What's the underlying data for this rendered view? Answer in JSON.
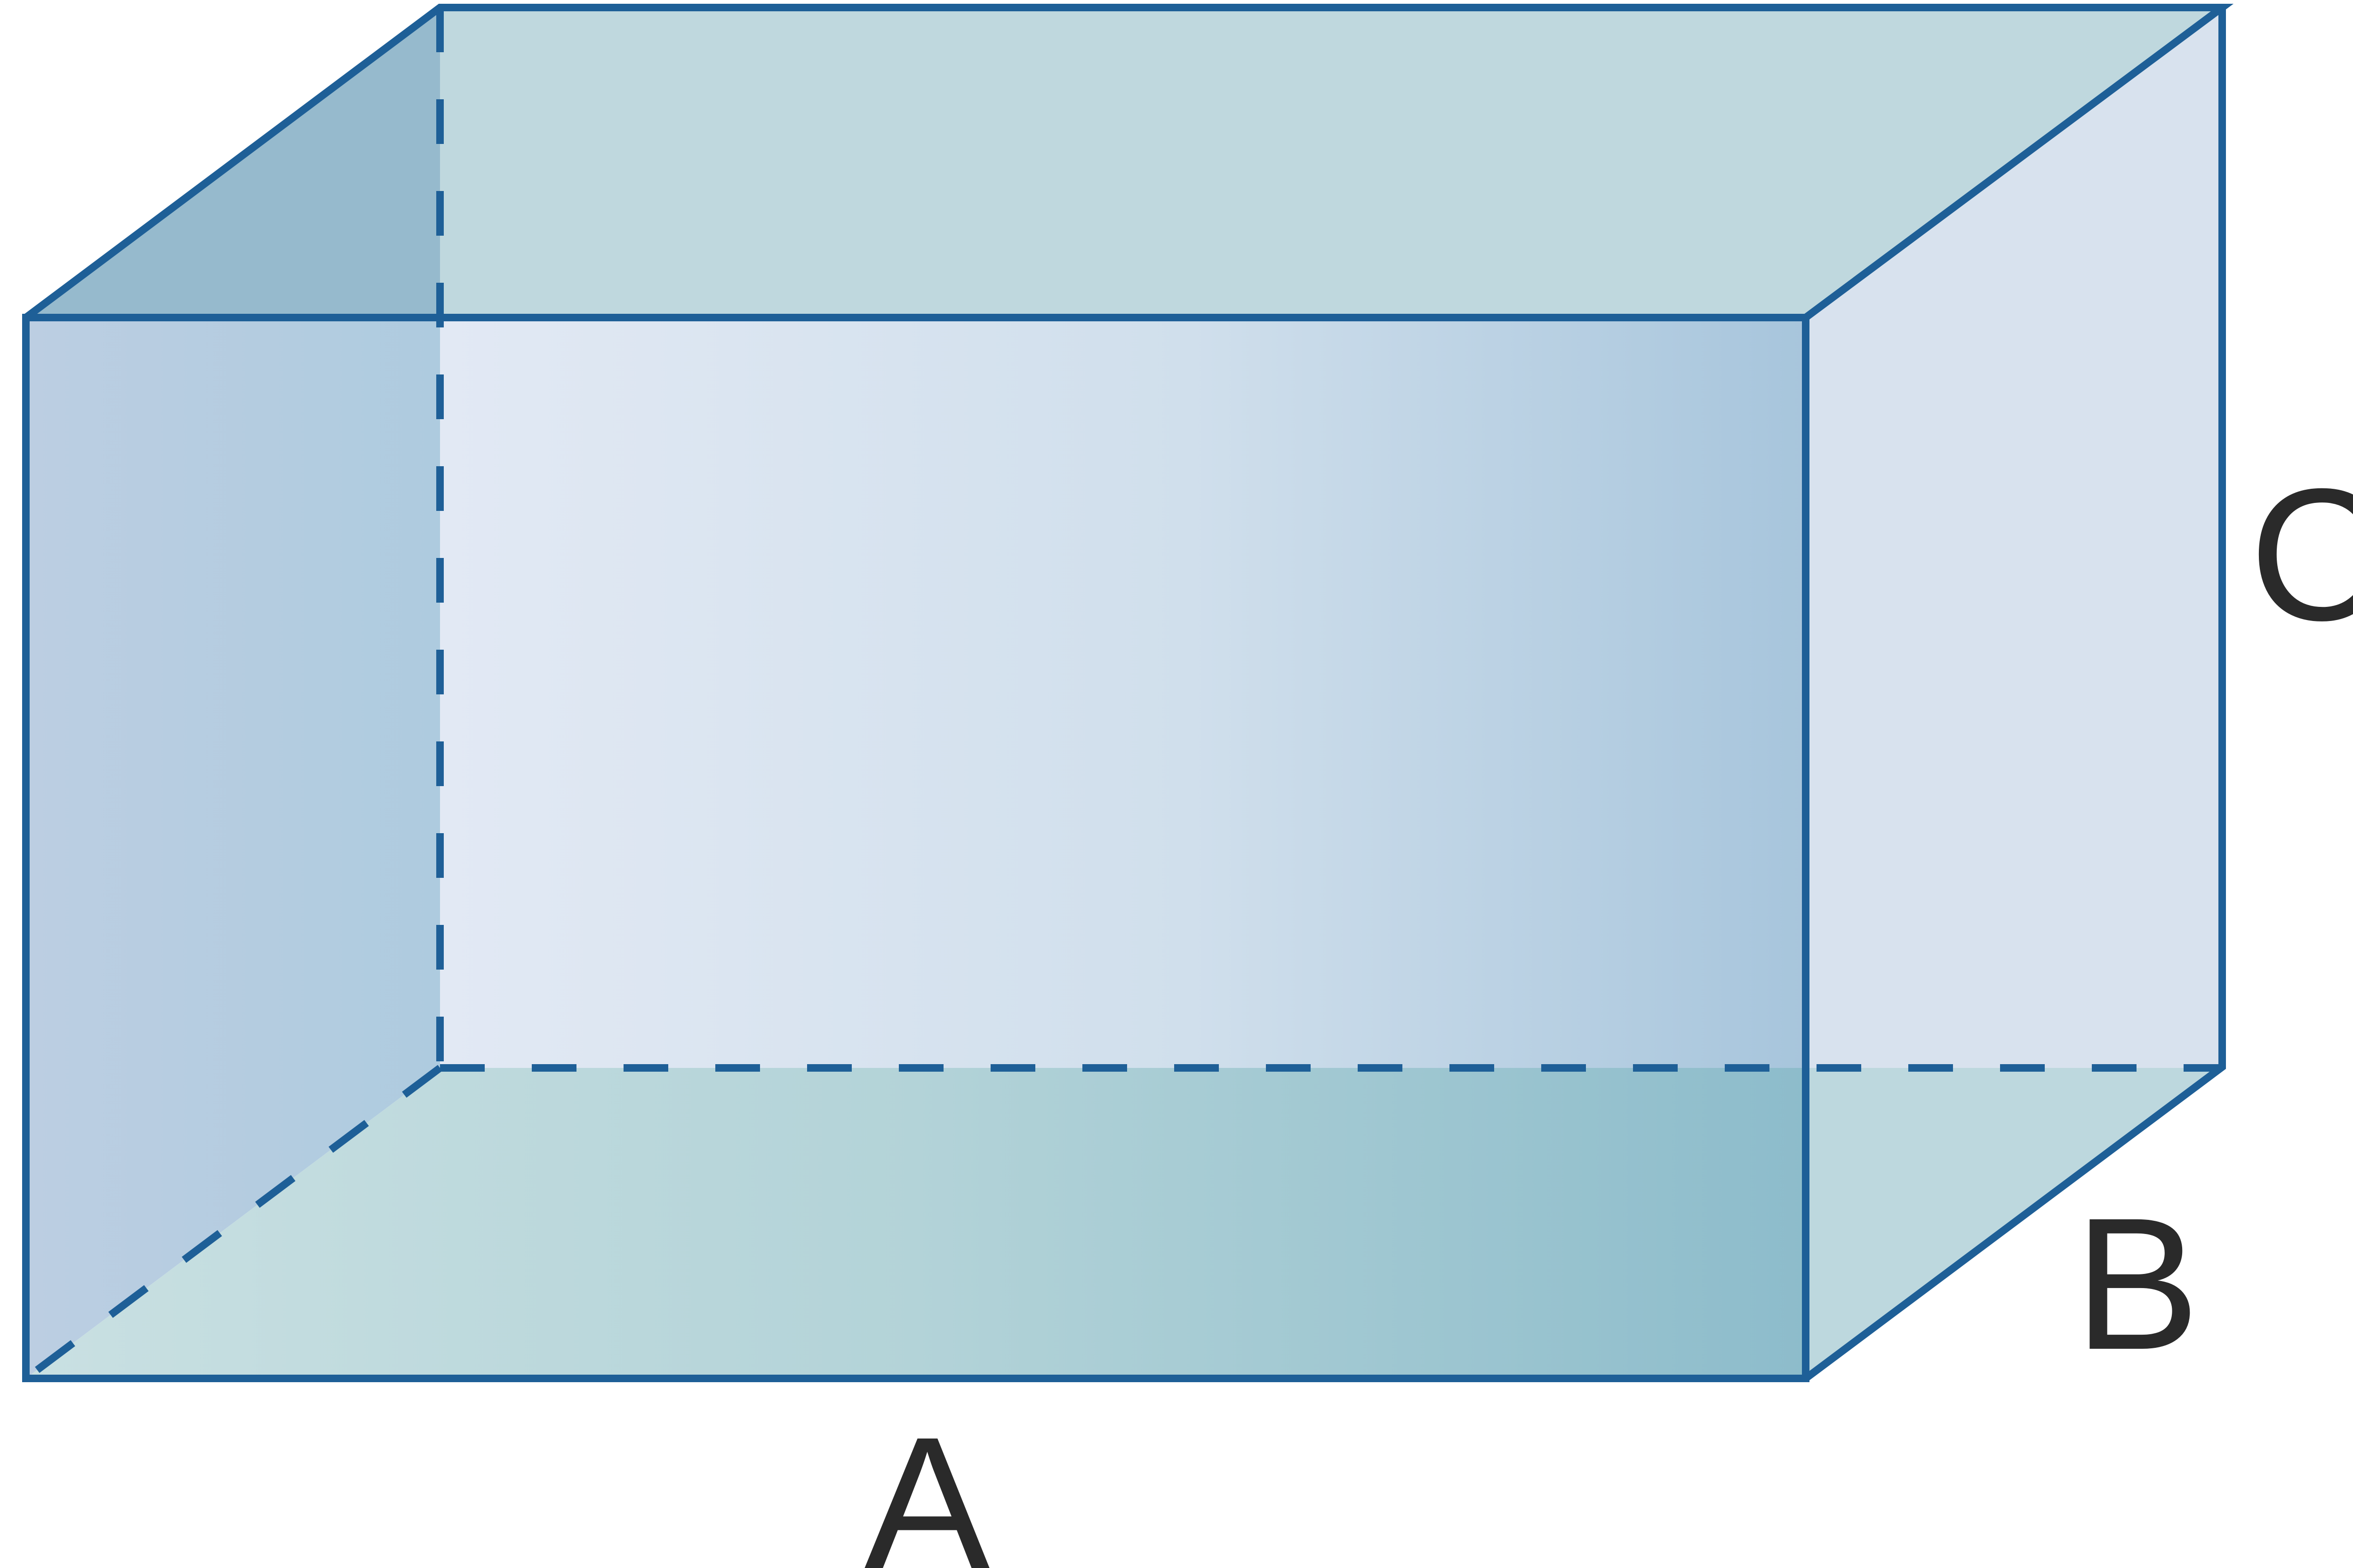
{
  "diagram": {
    "type": "rectangular-prism",
    "labels": {
      "length": "A",
      "depth": "B",
      "height": "C"
    }
  },
  "colors": {
    "edge": "#1e5f97",
    "label": "#2a2a2a",
    "top_face": "#bfd8de",
    "left_face_top": "#96bacd",
    "right_face": "#d8e2ee",
    "bottom_face_start": "#c9e0e2",
    "bottom_face_end": "#8dbccb",
    "front_face_start": "#e2e9f4",
    "front_face_end": "#a7c5dc",
    "left_face_start": "#bccee2",
    "left_face_end": "#aecbdf"
  }
}
